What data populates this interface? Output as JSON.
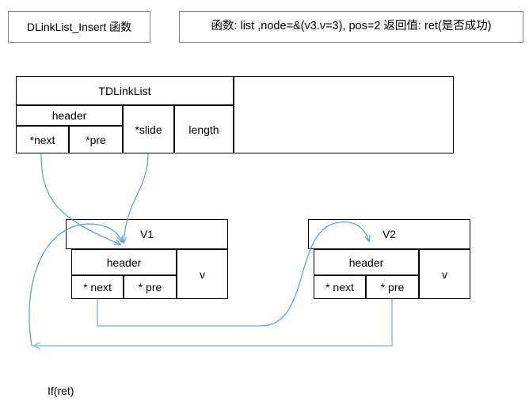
{
  "header": {
    "function_name_box": "DLinkList_Insert 函数",
    "signature_box": "函数: list ,node=&(v3.v=3), pos=2 返回值: ret(是否成功)"
  },
  "list_struct": {
    "title": "TDLinkList",
    "header_label": "header",
    "fields": {
      "next": "*next",
      "pre": "*pre",
      "slide": "*slide",
      "length": "length"
    },
    "right_cell": ""
  },
  "nodes": [
    {
      "title": "V1",
      "header_label": "header",
      "next": "* next",
      "pre": "* pre",
      "value": "v"
    },
    {
      "title": "V2",
      "header_label": "header",
      "next": "* next",
      "pre": "* pre",
      "value": "v"
    }
  ],
  "footer": {
    "if_ret": "If(ret)"
  },
  "colors": {
    "arrow_curve": "#5B9BD5",
    "arrow_thick": "#9DC3E6",
    "box_border": "#000000",
    "header_border": "#7F7F7F",
    "background": "#FFFFFF"
  }
}
